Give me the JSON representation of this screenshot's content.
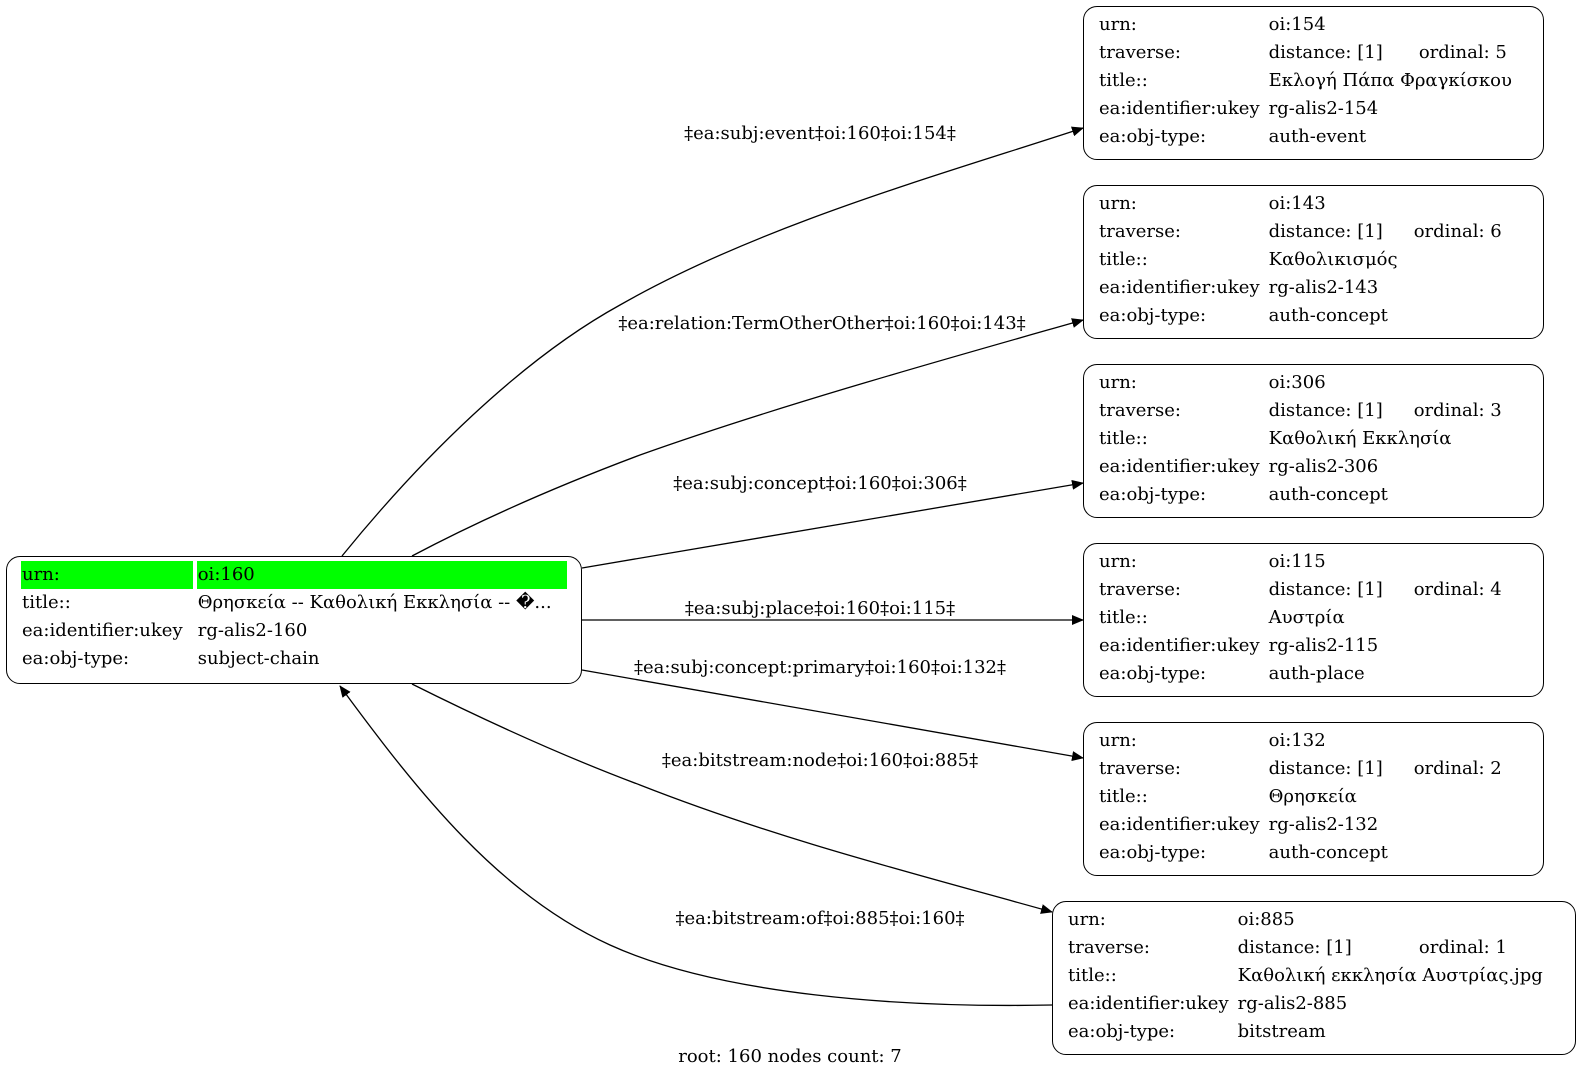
{
  "root_node": {
    "rows": [
      {
        "key": "urn:",
        "value": "oi:160"
      },
      {
        "key": "title::",
        "value": "Θρησκεία -- Καθολική Εκκλησία -- �..."
      },
      {
        "key": "ea:identifier:ukey",
        "value": "rg-alis2-160"
      },
      {
        "key": "ea:obj-type:",
        "value": "subject-chain"
      }
    ],
    "highlight_color": "#00ff00"
  },
  "nodes": [
    {
      "urn": "oi:154",
      "distance": "distance: [1]",
      "ordinal": "ordinal: 5",
      "title": "Εκλογή Πάπα Φραγκίσκου",
      "ukey": "rg-alis2-154",
      "obj_type": "auth-event"
    },
    {
      "urn": "oi:143",
      "distance": "distance: [1]",
      "ordinal": "ordinal: 6",
      "title": "Καθολικισμός",
      "ukey": "rg-alis2-143",
      "obj_type": "auth-concept"
    },
    {
      "urn": "oi:306",
      "distance": "distance: [1]",
      "ordinal": "ordinal: 3",
      "title": "Καθολική Εκκλησία",
      "ukey": "rg-alis2-306",
      "obj_type": "auth-concept"
    },
    {
      "urn": "oi:115",
      "distance": "distance: [1]",
      "ordinal": "ordinal: 4",
      "title": "Αυστρία",
      "ukey": "rg-alis2-115",
      "obj_type": "auth-place"
    },
    {
      "urn": "oi:132",
      "distance": "distance: [1]",
      "ordinal": "ordinal: 2",
      "title": "Θρησκεία",
      "ukey": "rg-alis2-132",
      "obj_type": "auth-concept"
    },
    {
      "urn": "oi:885",
      "distance": "distance: [1]",
      "ordinal": "ordinal: 1",
      "title": "Καθολική εκκλησία Αυστρίας.jpg",
      "ukey": "rg-alis2-885",
      "obj_type": "bitstream"
    }
  ],
  "row_keys": {
    "urn": "urn:",
    "traverse": "traverse:",
    "title": "title::",
    "ukey": "ea:identifier:ukey",
    "obj_type": "ea:obj-type:"
  },
  "edges": [
    {
      "label": "‡ea:subj:event‡oi:160‡oi:154‡",
      "from": "oi:160",
      "to": "oi:154"
    },
    {
      "label": "‡ea:relation:TermOtherOther‡oi:160‡oi:143‡",
      "from": "oi:160",
      "to": "oi:143"
    },
    {
      "label": "‡ea:subj:concept‡oi:160‡oi:306‡",
      "from": "oi:160",
      "to": "oi:306"
    },
    {
      "label": "‡ea:subj:place‡oi:160‡oi:115‡",
      "from": "oi:160",
      "to": "oi:115"
    },
    {
      "label": "‡ea:subj:concept:primary‡oi:160‡oi:132‡",
      "from": "oi:160",
      "to": "oi:132"
    },
    {
      "label": "‡ea:bitstream:node‡oi:160‡oi:885‡",
      "from": "oi:160",
      "to": "oi:885"
    },
    {
      "label": "‡ea:bitstream:of‡oi:885‡oi:160‡",
      "from": "oi:885",
      "to": "oi:160"
    }
  ],
  "footer": "root: 160 nodes count: 7"
}
